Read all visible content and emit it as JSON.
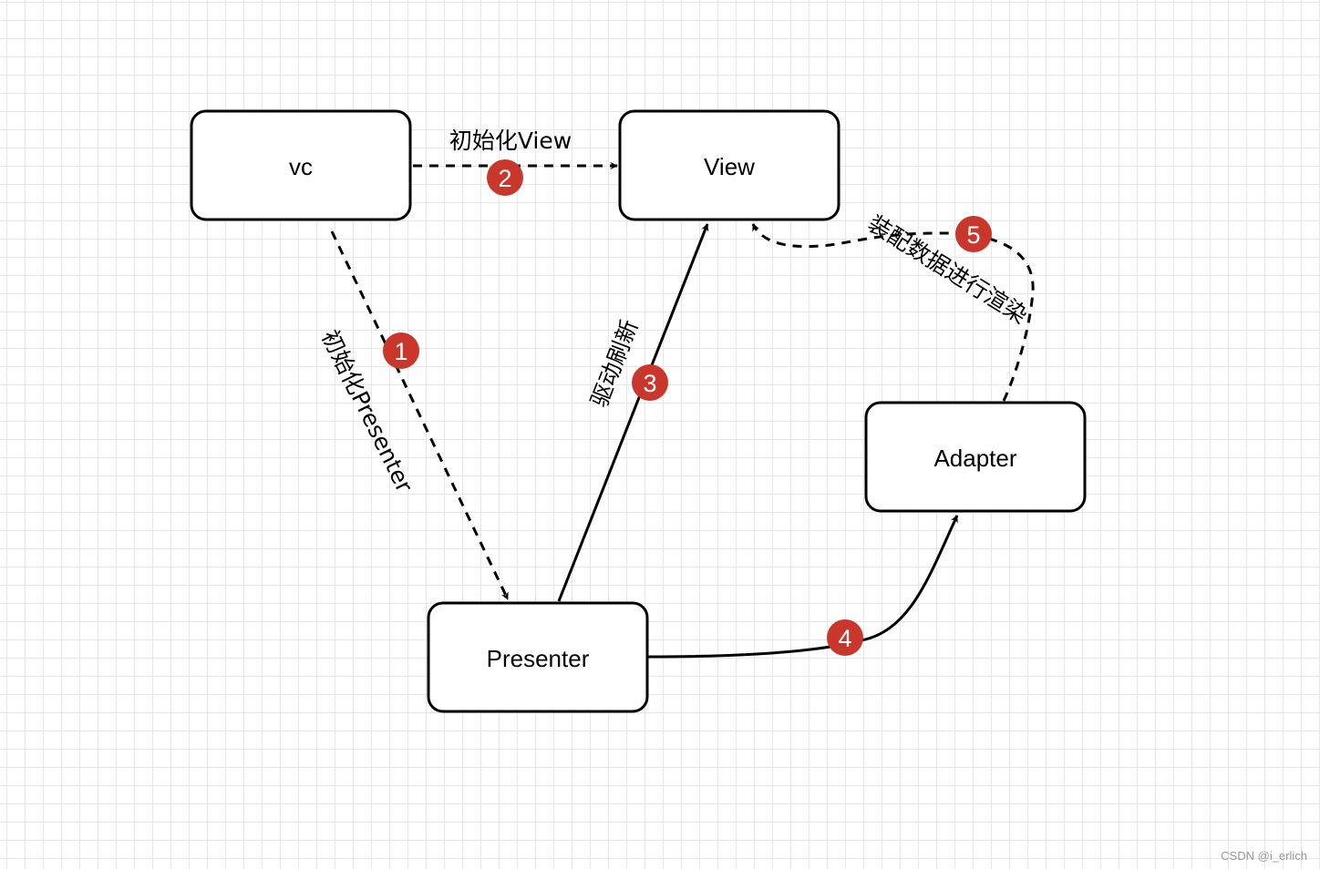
{
  "nodes": {
    "vc": "vc",
    "view": "View",
    "presenter": "Presenter",
    "adapter": "Adapter"
  },
  "edges": {
    "init_presenter": "初始化Presenter",
    "init_view": "初始化View",
    "drive_refresh": "驱动刷新",
    "assemble_render": "装配数据进行渲染"
  },
  "badges": [
    "1",
    "2",
    "3",
    "4",
    "5"
  ],
  "colors": {
    "badge": "#c9372c",
    "stroke": "#000000",
    "grid": "#e6e6e6"
  },
  "watermark": "CSDN @i_erlich"
}
